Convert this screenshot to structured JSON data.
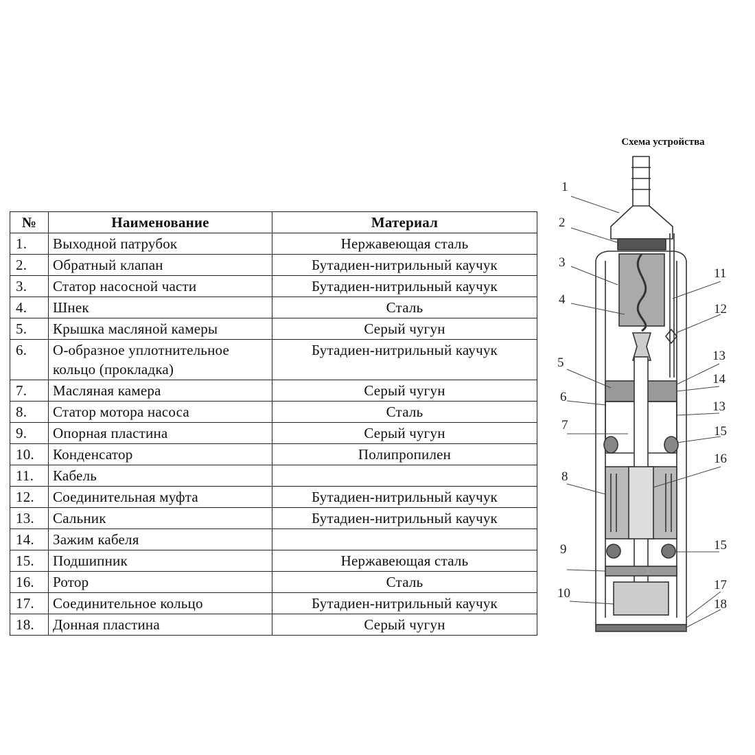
{
  "table": {
    "headers": {
      "num": "№",
      "name": "Наименование",
      "material": "Материал"
    },
    "rows": [
      {
        "num": "1.",
        "name": "Выходной патрубок",
        "material": "Нержавеющая сталь"
      },
      {
        "num": "2.",
        "name": "Обратный клапан",
        "material": "Бутадиен-нитрильный каучук"
      },
      {
        "num": "3.",
        "name": "Статор насосной части",
        "material": "Бутадиен-нитрильный каучук"
      },
      {
        "num": "4.",
        "name": "Шнек",
        "material": "Сталь"
      },
      {
        "num": "5.",
        "name": "Крышка масляной камеры",
        "material": "Серый чугун"
      },
      {
        "num": "6.",
        "name": "О-образное уплотнительное кольцо (прокладка)",
        "material": "Бутадиен-нитрильный каучук"
      },
      {
        "num": "7.",
        "name": "Масляная камера",
        "material": "Серый чугун"
      },
      {
        "num": "8.",
        "name": "Статор мотора насоса",
        "material": "Сталь"
      },
      {
        "num": "9.",
        "name": "Опорная пластина",
        "material": "Серый чугун"
      },
      {
        "num": "10.",
        "name": "Конденсатор",
        "material": "Полипропилен"
      },
      {
        "num": "11.",
        "name": "Кабель",
        "material": ""
      },
      {
        "num": "12.",
        "name": "Соединительная муфта",
        "material": "Бутадиен-нитрильный каучук"
      },
      {
        "num": "13.",
        "name": "Сальник",
        "material": "Бутадиен-нитрильный каучук"
      },
      {
        "num": "14.",
        "name": "Зажим кабеля",
        "material": ""
      },
      {
        "num": "15.",
        "name": "Подшипник",
        "material": "Нержавеющая сталь"
      },
      {
        "num": "16.",
        "name": "Ротор",
        "material": "Сталь"
      },
      {
        "num": "17.",
        "name": "Соединительное кольцо",
        "material": "Бутадиен-нитрильный каучук"
      },
      {
        "num": "18.",
        "name": "Донная пластина",
        "material": "Серый чугун"
      }
    ]
  },
  "diagram": {
    "title": "Схема устройства",
    "callouts": {
      "c1": "1",
      "c2": "2",
      "c3": "3",
      "c4": "4",
      "c5": "5",
      "c6": "6",
      "c7": "7",
      "c8": "8",
      "c9": "9",
      "c10": "10",
      "c11": "11",
      "c12": "12",
      "c13a": "13",
      "c14": "14",
      "c13b": "13",
      "c15a": "15",
      "c16": "16",
      "c15b": "15",
      "c17": "17",
      "c18": "18"
    }
  }
}
